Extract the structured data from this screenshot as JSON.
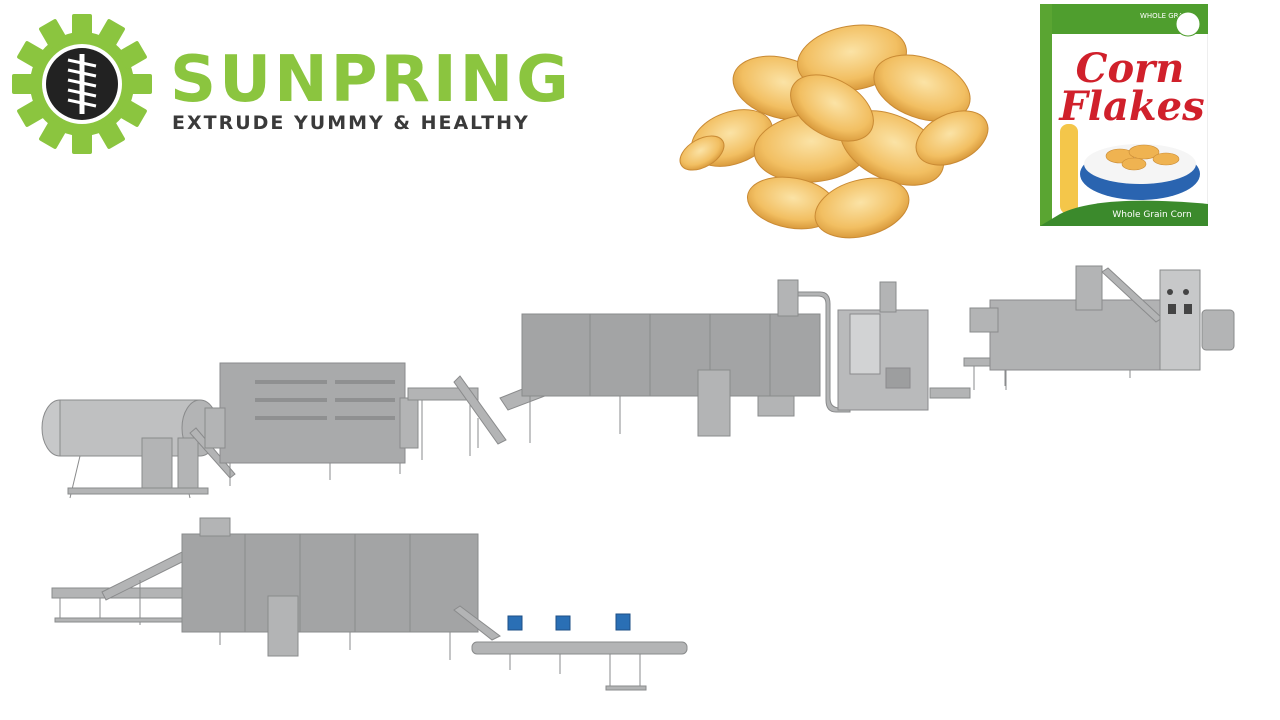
{
  "brand": {
    "name": "SUNPRING",
    "tagline": "EXTRUDE YUMMY & HEALTHY",
    "accent_color": "#8bc53f",
    "logo_icon": "gear-screw-icon"
  },
  "product": {
    "image": "corn-flakes-pile",
    "box": {
      "top_label": "WHOLE GRAIN",
      "title_line1": "Corn",
      "title_line2": "Flakes",
      "ribbon": "Whole Grain Corn"
    }
  },
  "machinery": {
    "line_upper": "corn-flakes-production-line-upper",
    "line_lower": "corn-flakes-production-line-lower",
    "metal_color": "#a9aaab"
  }
}
